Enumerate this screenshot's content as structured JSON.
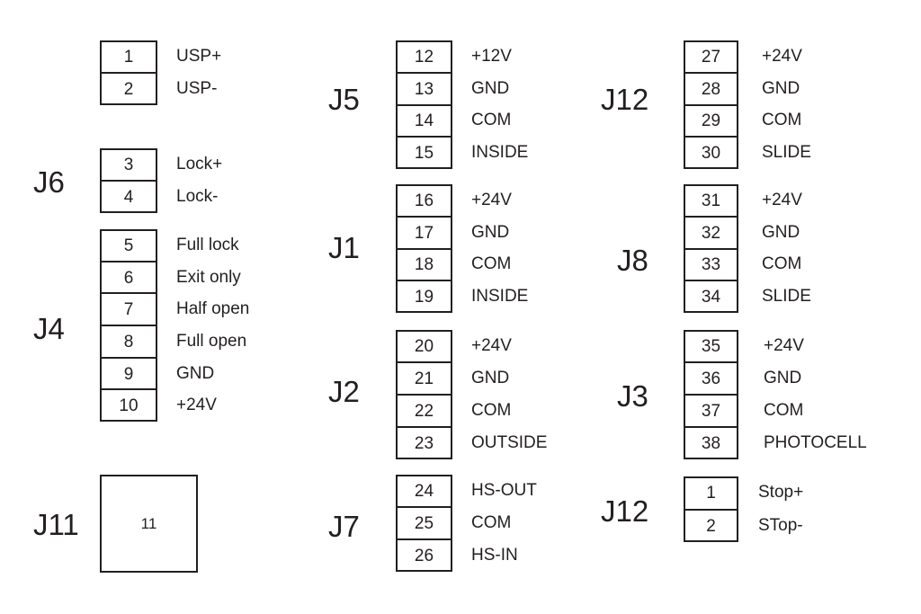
{
  "connectors": [
    {
      "id": "usp",
      "label": "",
      "pins": [
        {
          "num": "1",
          "signal": "USP+"
        },
        {
          "num": "2",
          "signal": "USP-"
        }
      ]
    },
    {
      "id": "j6",
      "label": "J6",
      "pins": [
        {
          "num": "3",
          "signal": "Lock+"
        },
        {
          "num": "4",
          "signal": "Lock-"
        }
      ]
    },
    {
      "id": "j4",
      "label": "J4",
      "pins": [
        {
          "num": "5",
          "signal": "Full lock"
        },
        {
          "num": "6",
          "signal": "Exit only"
        },
        {
          "num": "7",
          "signal": "Half open"
        },
        {
          "num": "8",
          "signal": "Full open"
        },
        {
          "num": "9",
          "signal": "GND"
        },
        {
          "num": "10",
          "signal": "+24V"
        }
      ]
    },
    {
      "id": "j11",
      "label": "J11",
      "pins": [
        {
          "num": "11",
          "signal": ""
        }
      ]
    },
    {
      "id": "j5",
      "label": "J5",
      "pins": [
        {
          "num": "12",
          "signal": "+12V"
        },
        {
          "num": "13",
          "signal": "GND"
        },
        {
          "num": "14",
          "signal": "COM"
        },
        {
          "num": "15",
          "signal": "INSIDE"
        }
      ]
    },
    {
      "id": "j1",
      "label": "J1",
      "pins": [
        {
          "num": "16",
          "signal": "+24V"
        },
        {
          "num": "17",
          "signal": "GND"
        },
        {
          "num": "18",
          "signal": "COM"
        },
        {
          "num": "19",
          "signal": "INSIDE"
        }
      ]
    },
    {
      "id": "j2",
      "label": "J2",
      "pins": [
        {
          "num": "20",
          "signal": "+24V"
        },
        {
          "num": "21",
          "signal": "GND"
        },
        {
          "num": "22",
          "signal": "COM"
        },
        {
          "num": "23",
          "signal": "OUTSIDE"
        }
      ]
    },
    {
      "id": "j7",
      "label": "J7",
      "pins": [
        {
          "num": "24",
          "signal": "HS-OUT"
        },
        {
          "num": "25",
          "signal": "COM"
        },
        {
          "num": "26",
          "signal": "HS-IN"
        }
      ]
    },
    {
      "id": "j12a",
      "label": "J12",
      "pins": [
        {
          "num": "27",
          "signal": "+24V"
        },
        {
          "num": "28",
          "signal": "GND"
        },
        {
          "num": "29",
          "signal": "COM"
        },
        {
          "num": "30",
          "signal": "SLIDE"
        }
      ]
    },
    {
      "id": "j8",
      "label": "J8",
      "pins": [
        {
          "num": "31",
          "signal": "+24V"
        },
        {
          "num": "32",
          "signal": "GND"
        },
        {
          "num": "33",
          "signal": "COM"
        },
        {
          "num": "34",
          "signal": "SLIDE"
        }
      ]
    },
    {
      "id": "j3",
      "label": "J3",
      "pins": [
        {
          "num": "35",
          "signal": "+24V"
        },
        {
          "num": "36",
          "signal": "GND"
        },
        {
          "num": "37",
          "signal": "COM"
        },
        {
          "num": "38",
          "signal": "PHOTOCELL"
        }
      ]
    },
    {
      "id": "j12b",
      "label": "J12",
      "pins": [
        {
          "num": "1",
          "signal": "Stop+"
        },
        {
          "num": "2",
          "signal": "STop-"
        }
      ]
    }
  ]
}
